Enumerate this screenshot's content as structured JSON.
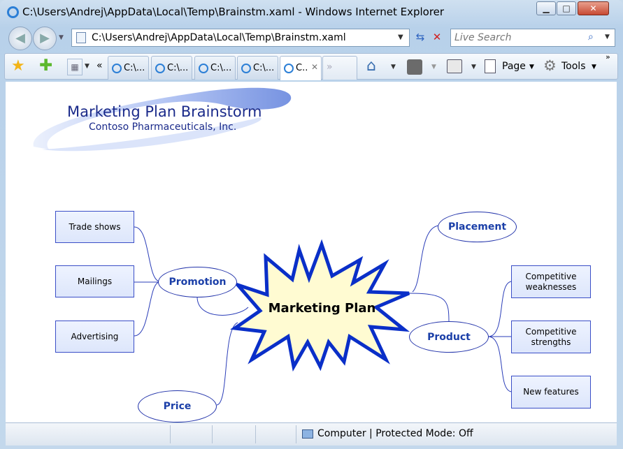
{
  "window": {
    "title": "C:\\Users\\Andrej\\AppData\\Local\\Temp\\Brainstm.xaml - Windows Internet Explorer",
    "minimize_glyph": "▁",
    "maximize_glyph": "□",
    "close_glyph": "✕"
  },
  "address_bar": {
    "url": "C:\\Users\\Andrej\\AppData\\Local\\Temp\\Brainstm.xaml",
    "search_placeholder": "Live Search"
  },
  "tabs": [
    {
      "label": "C:\\..."
    },
    {
      "label": "C:\\..."
    },
    {
      "label": "C:\\..."
    },
    {
      "label": "C:\\..."
    },
    {
      "label": "C..",
      "active": true
    }
  ],
  "toolbar": {
    "back_tabs_glyph": "«",
    "more_tabs_glyph": "»",
    "page_label": "Page",
    "tools_label": "Tools",
    "overflow_glyph": "»"
  },
  "status_bar": {
    "zone_text": "Computer | Protected Mode: Off"
  },
  "diagram": {
    "title": "Marketing Plan Brainstorm",
    "subtitle": "Contoso Pharmaceuticals, Inc.",
    "center": "Marketing Plan",
    "branches": {
      "promotion": "Promotion",
      "placement": "Placement",
      "product": "Product",
      "price": "Price"
    },
    "promotion_items": [
      "Trade shows",
      "Mailings",
      "Advertising"
    ],
    "product_items": [
      "Competitive weaknesses",
      "Competitive strengths",
      "New features"
    ]
  },
  "colors": {
    "accent_blue": "#1b3fa8",
    "star_fill": "#fffbd2",
    "star_stroke": "#0a2fc8"
  }
}
